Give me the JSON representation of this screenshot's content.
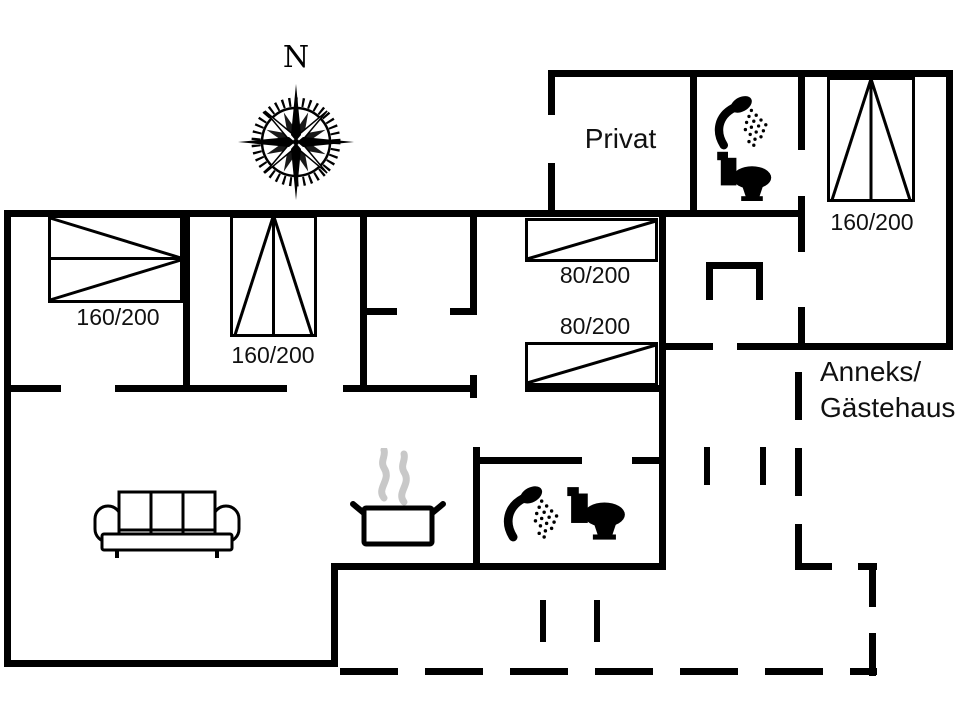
{
  "compass": {
    "label": "N"
  },
  "rooms": {
    "privat_label": "Privat",
    "anneks_label_line1": "Anneks/",
    "anneks_label_line2": "Gästehaus"
  },
  "beds": [
    {
      "location": "left-bedroom",
      "label": "160/200"
    },
    {
      "location": "middle-bedroom",
      "label": "160/200"
    },
    {
      "location": "right-bedroom-top",
      "label": "80/200"
    },
    {
      "location": "right-bedroom-bottom",
      "label": "80/200"
    },
    {
      "location": "anneks-bedroom",
      "label": "160/200"
    }
  ],
  "icons": {
    "compass": "compass-rose-icon",
    "shower": "shower-icon",
    "toilet": "toilet-icon",
    "sofa": "sofa-icon",
    "pot": "cooking-pot-icon",
    "steam": "steam-icon",
    "fireplace": "fireplace-icon"
  },
  "colors": {
    "wall": "#000000",
    "background": "#ffffff",
    "steam": "#c8c8c8",
    "text": "#111111"
  }
}
